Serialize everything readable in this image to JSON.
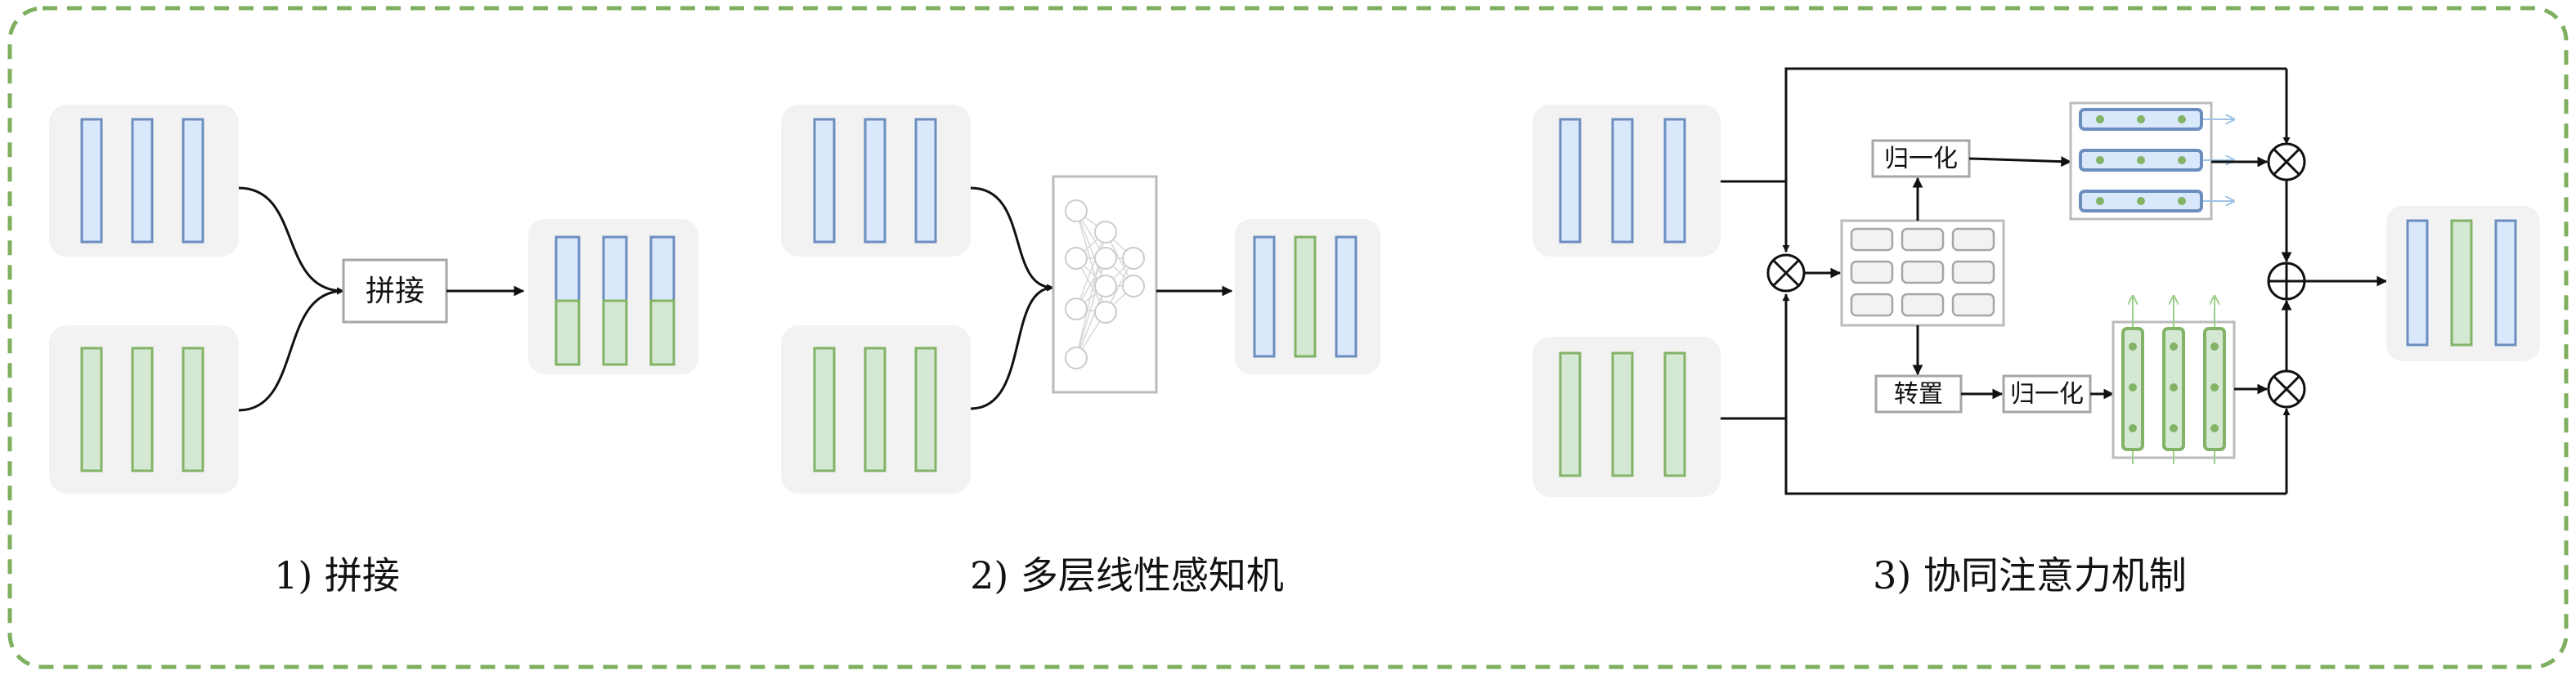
{
  "panels": [
    {
      "caption": "1) 拼接",
      "box_label": "拼接"
    },
    {
      "caption": "2) 多层线性感知机"
    },
    {
      "caption": "3) 协同注意力机制",
      "normalize_top": "归一化",
      "transpose": "转置",
      "normalize_bottom": "归一化"
    }
  ],
  "operators": {
    "multiply": "⊗",
    "add": "⊕"
  },
  "colors": {
    "frame": "#7daf5f",
    "blue_fill": "#dae8fc",
    "blue_stroke": "#6c8ebf",
    "green_fill": "#d5e8d4",
    "green_stroke": "#82b366",
    "group_bg": "#f2f2f2",
    "box_stroke": "#a6a6a6"
  }
}
